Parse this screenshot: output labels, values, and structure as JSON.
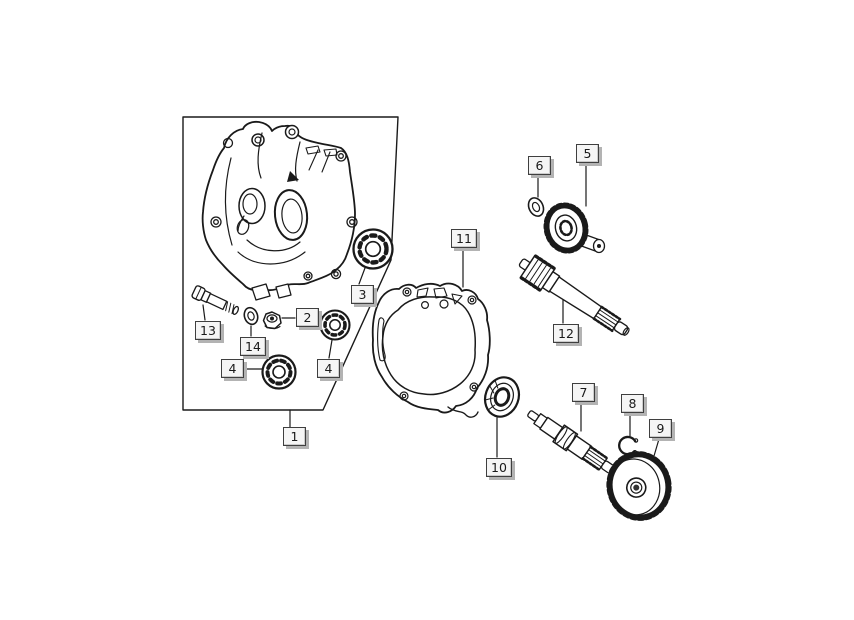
{
  "figure": {
    "type": "exploded-parts-diagram",
    "background_color": "#ffffff",
    "line_color": "#1a1a1a",
    "callout_style": {
      "fill": "#f5f5f5",
      "border": "#3f3f3f",
      "shadow": "#b3b3b3",
      "text_color": "#1a1a1a"
    },
    "callouts": [
      {
        "label": "1"
      },
      {
        "label": "2"
      },
      {
        "label": "3"
      },
      {
        "label": "4"
      },
      {
        "label": "4"
      },
      {
        "label": "5"
      },
      {
        "label": "6"
      },
      {
        "label": "7"
      },
      {
        "label": "8"
      },
      {
        "label": "9"
      },
      {
        "label": "10"
      },
      {
        "label": "11"
      },
      {
        "label": "12"
      },
      {
        "label": "13"
      },
      {
        "label": "14"
      }
    ]
  }
}
